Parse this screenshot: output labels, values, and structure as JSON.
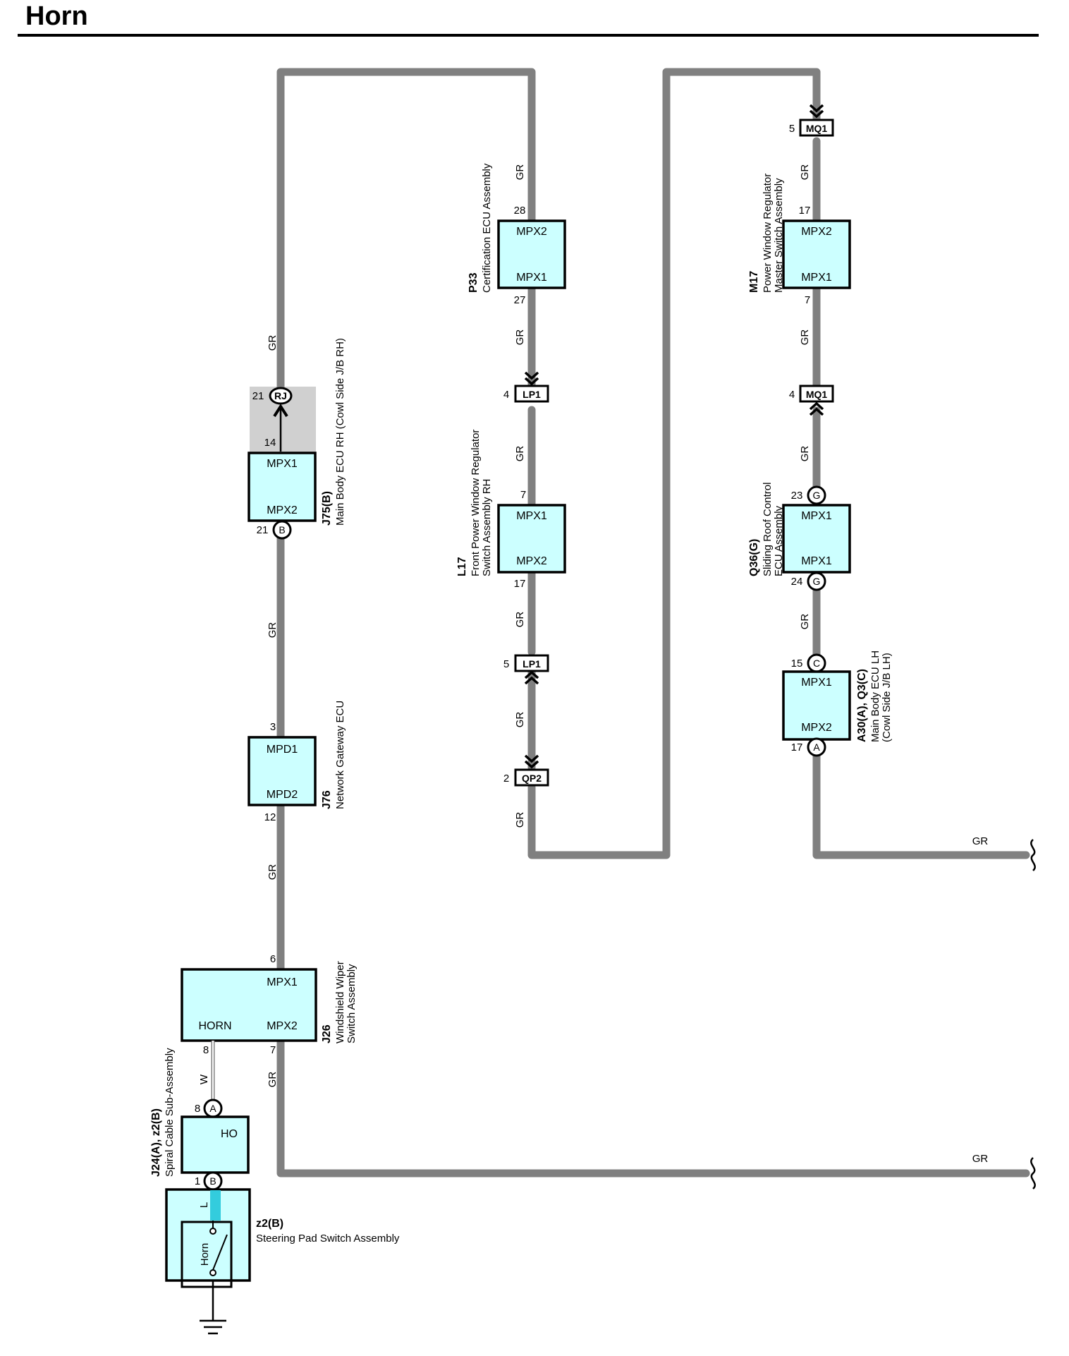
{
  "page": {
    "title": "Horn"
  },
  "wire_colors": {
    "bus": "#808080",
    "component_fill": "#ccffff",
    "highlight": "#33ccdd",
    "shade": "#d0d0d0"
  },
  "wires": {
    "gr": "GR",
    "w": "W",
    "l": "L"
  },
  "components": {
    "j75": {
      "code": "J75(B)",
      "name": "Main Body ECU RH (Cowl Side J/B RH)",
      "port_top": "MPX1",
      "port_bottom": "MPX2",
      "pin_top": "14",
      "pin_bottom": "21",
      "pin_bottom_conn": "B"
    },
    "rj": {
      "label": "RJ",
      "pin": "21"
    },
    "j76": {
      "code": "J76",
      "name": "Network Gateway ECU",
      "port_top": "MPD1",
      "port_bottom": "MPD2",
      "pin_top": "3",
      "pin_bottom": "12"
    },
    "j26": {
      "code": "J26",
      "name_line1": "Windshield Wiper",
      "name_line2": "Switch Assembly",
      "port_mpx1": "MPX1",
      "port_horn": "HORN",
      "port_mpx2": "MPX2",
      "pin_mpx1": "6",
      "pin_horn": "8",
      "pin_mpx2": "7"
    },
    "j24": {
      "code": "J24(A), z2(B)",
      "name": "Spiral Cable Sub-Assembly",
      "port": "HO",
      "pin_top": "8",
      "conn_top": "A",
      "pin_bottom": "1",
      "conn_bottom": "B"
    },
    "z2": {
      "code": "z2(B)",
      "name": "Steering Pad Switch Assembly",
      "switch": "Horn"
    },
    "p33": {
      "code": "P33",
      "name": "Certification ECU Assembly",
      "port_top": "MPX2",
      "port_bottom": "MPX1",
      "pin_top": "28",
      "pin_bottom": "27"
    },
    "l17": {
      "code": "L17",
      "name_line1": "Front Power Window Regulator",
      "name_line2": "Switch Assembly RH",
      "port_top": "MPX1",
      "port_bottom": "MPX2",
      "pin_top": "7",
      "pin_bottom": "17"
    },
    "m17": {
      "code": "M17",
      "name_line1": "Power Window Regulator",
      "name_line2": "Master Switch Assembly",
      "port_top": "MPX2",
      "port_bottom": "MPX1",
      "pin_top": "17",
      "pin_bottom": "7"
    },
    "q36": {
      "code": "Q36(G)",
      "name_line1": "Sliding Roof Control",
      "name_line2": "ECU Assembly",
      "port_top": "MPX1",
      "port_bottom": "MPX1",
      "pin_top": "23",
      "pin_bottom": "24",
      "conn": "G"
    },
    "a30": {
      "code": "A30(A), Q3(C)",
      "name_line1": "Main Body ECU LH",
      "name_line2": "(Cowl Side J/B LH)",
      "port_top": "MPX1",
      "port_bottom": "MPX2",
      "pin_top": "15",
      "conn_top": "C",
      "pin_bottom": "17",
      "conn_bottom": "A"
    }
  },
  "connectors": {
    "lp1_top": {
      "label": "LP1",
      "pin": "4"
    },
    "lp1_bottom": {
      "label": "LP1",
      "pin": "5"
    },
    "qp2": {
      "label": "QP2",
      "pin": "2"
    },
    "mq1_top": {
      "label": "MQ1",
      "pin": "5"
    },
    "mq1_bottom": {
      "label": "MQ1",
      "pin": "4"
    }
  }
}
